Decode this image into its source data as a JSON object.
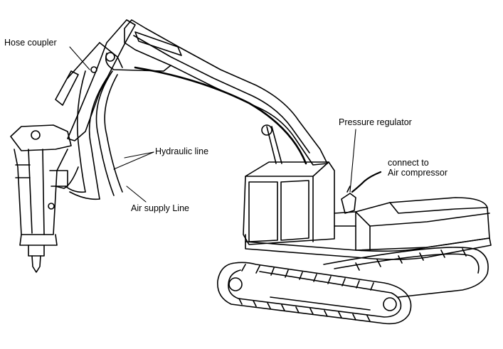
{
  "labels": {
    "hose_coupler": "Hose coupler",
    "hydraulic_line": "Hydraulic line",
    "air_supply_line": "Air supply Line",
    "pressure_regulator": "Pressure regulator",
    "connect_to": "connect to",
    "air_compressor": "Air compressor"
  },
  "colors": {
    "ink": "#000000",
    "background": "#ffffff"
  }
}
